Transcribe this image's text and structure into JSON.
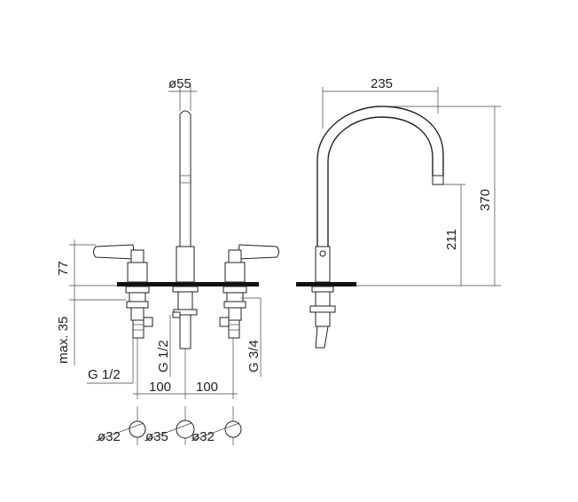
{
  "dimensions": {
    "spout_diameter": "ø55",
    "height_77": "77",
    "max_35": "max. 35",
    "g_half_left": "G 1/2",
    "g_half_center": "G 1/2",
    "g_three_quarter": "G 3/4",
    "spacing_left": "100",
    "spacing_right": "100",
    "dia_left": "ø32",
    "dia_center": "ø35",
    "dia_right": "ø32",
    "reach_235": "235",
    "height_370": "370",
    "height_211": "211"
  }
}
